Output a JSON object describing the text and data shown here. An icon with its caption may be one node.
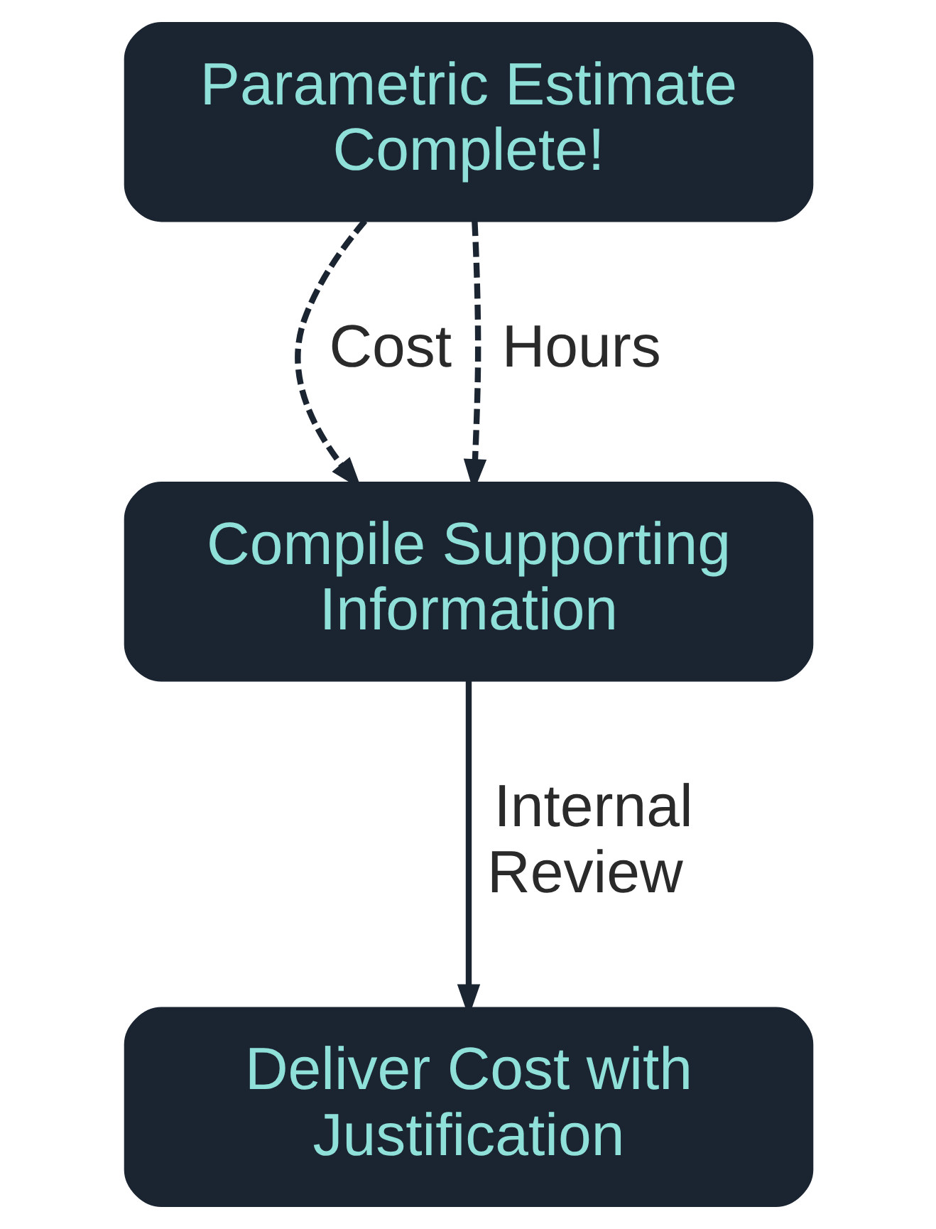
{
  "diagram": {
    "nodes": [
      {
        "text": [
          "Parametric Estimate Complete!"
        ]
      },
      {
        "text": [
          "Compile Supporting Information"
        ]
      },
      {
        "text": [
          "Deliver Cost with Justification"
        ]
      }
    ],
    "edges": [
      {
        "from": 0,
        "to": 1,
        "arrow": "to",
        "label": "Cost",
        "style": "dashed"
      },
      {
        "from": 0,
        "to": 1,
        "arrow": "to",
        "label": "Hours",
        "style": "dashed"
      },
      {
        "from": 1,
        "to": 2,
        "arrow": "to",
        "label": "Internal Review"
      }
    ]
  }
}
